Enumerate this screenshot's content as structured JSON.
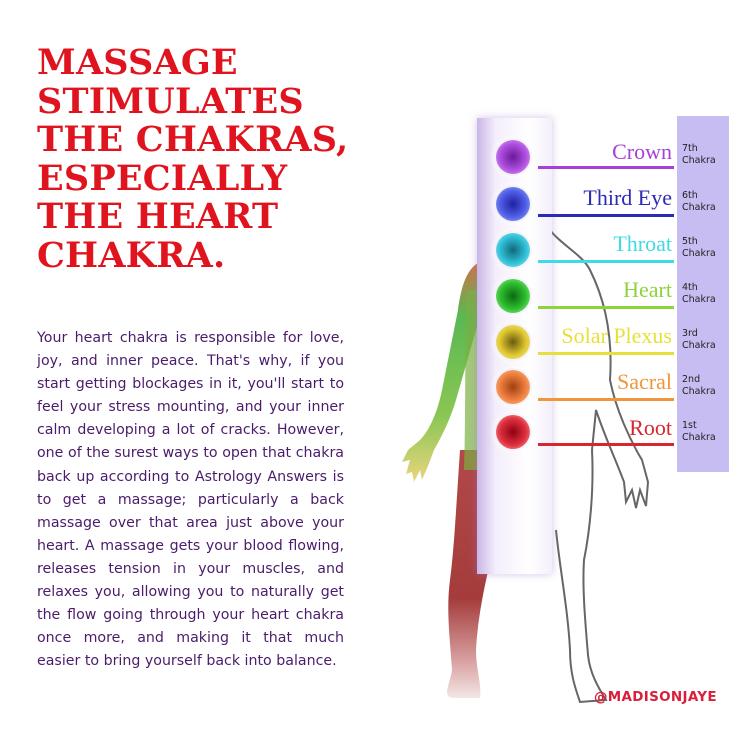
{
  "headline": {
    "lines": [
      "MASSAGE",
      "STIMULATES",
      "THE CHAKRAS,",
      "ESPECIALLY",
      "THE HEART",
      "CHAKRA."
    ],
    "color": "#e0141e"
  },
  "body": {
    "text": "Your heart chakra is responsible for love, joy, and inner peace. That's why, if you start getting blockages in it, you'll start to feel your stress mounting, and your inner calm developing a lot of cracks. However, one of the surest ways to open that chakra back up according to Astrology Answers is to get a massage; particularly a back massage over that area just above your heart. A massage gets your blood flowing, releases tension in your muscles, and relaxes you, allowing you to naturally get the flow going through your heart chakra once more, and making it that much easier to bring yourself back into balance.",
    "color": "#4a1c6b"
  },
  "chakra_diagram": {
    "chakras": [
      {
        "name": "Crown",
        "ordinal": "7th",
        "suffix": "Chakra",
        "color": "#a640d6"
      },
      {
        "name": "Third Eye",
        "ordinal": "6th",
        "suffix": "Chakra",
        "color": "#2b2bb8"
      },
      {
        "name": "Throat",
        "ordinal": "5th",
        "suffix": "Chakra",
        "color": "#3fd9e8"
      },
      {
        "name": "Heart",
        "ordinal": "4th",
        "suffix": "Chakra",
        "color": "#8ed23c"
      },
      {
        "name": "Solar Plexus",
        "ordinal": "3rd",
        "suffix": "Chakra",
        "color": "#e8e03a"
      },
      {
        "name": "Sacral",
        "ordinal": "2nd",
        "suffix": "Chakra",
        "color": "#f0963a"
      },
      {
        "name": "Root",
        "ordinal": "1st",
        "suffix": "Chakra",
        "color": "#d8262e"
      }
    ],
    "panel_color": "#c8bdf2"
  },
  "footer": {
    "handle": "@MADISONJAYE",
    "color": "#d8203a"
  }
}
